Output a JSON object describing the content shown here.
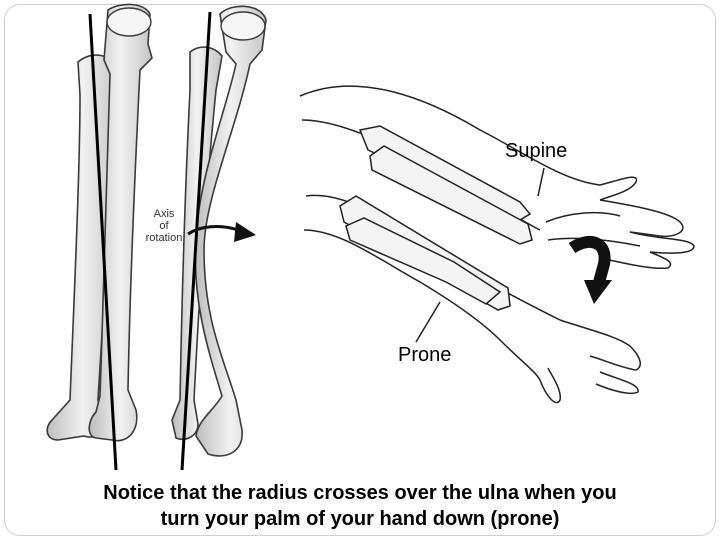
{
  "labels": {
    "axis": [
      "Axis",
      "of",
      "rotation"
    ],
    "supine": "Supine",
    "prone": "Prone"
  },
  "caption": {
    "line1": "Notice that the radius crosses over the ulna when you",
    "line2": "turn your palm of your hand down (prone)"
  },
  "colors": {
    "bone_fill": "#ececec",
    "bone_stroke": "#3a3a3a",
    "line": "#000000",
    "arrow": "#111111"
  },
  "icons": [
    "curved-arrow-icon"
  ]
}
